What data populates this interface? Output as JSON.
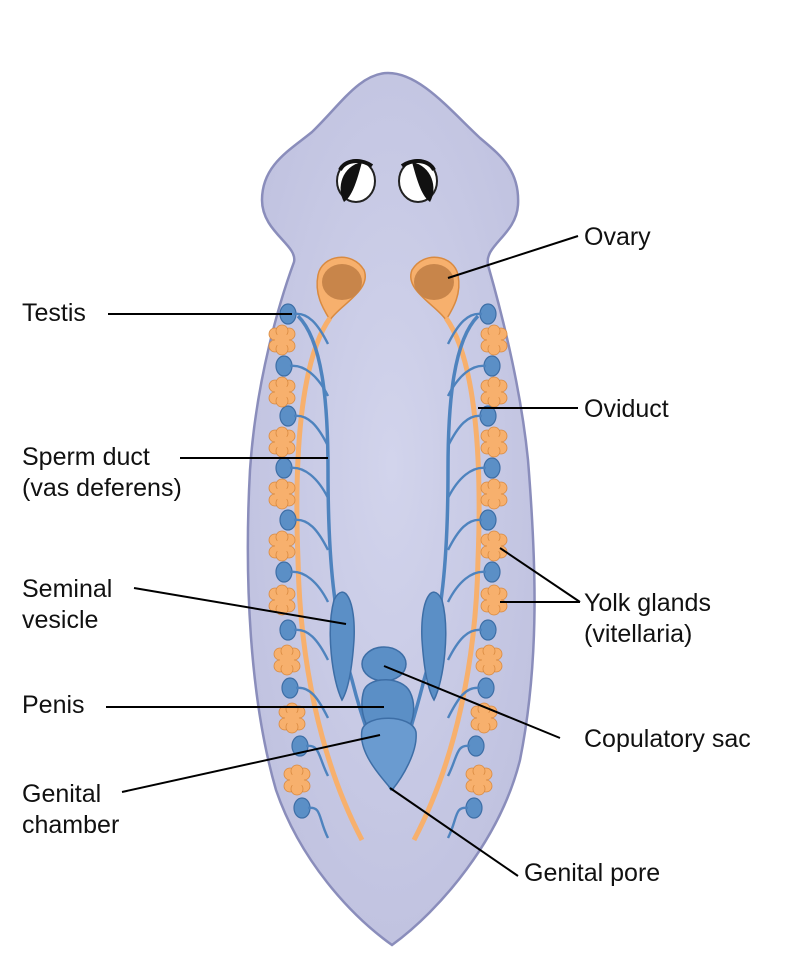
{
  "labels": {
    "testis": "Testis",
    "sperm_duct": [
      "Sperm duct",
      "(vas deferens)"
    ],
    "seminal_vesicle": [
      "Seminal",
      "vesicle"
    ],
    "penis": "Penis",
    "genital_chamber": [
      "Genital",
      "chamber"
    ],
    "ovary": "Ovary",
    "oviduct": "Oviduct",
    "yolk_glands": [
      "Yolk glands",
      "(vitellaria)"
    ],
    "copulatory_sac": "Copulatory sac",
    "genital_pore": "Genital pore"
  },
  "colors": {
    "body_fill": "#c2c4e0",
    "body_outline": "#8d90bd",
    "body_inner": "#cfd1ea",
    "blue_organ": "#5b8fc6",
    "blue_organ_dark": "#3d6ea6",
    "orange_gland": "#f7b06d",
    "orange_dark": "#d98a40",
    "ovary_inner": "#c8854a",
    "leader_line": "#000000"
  }
}
